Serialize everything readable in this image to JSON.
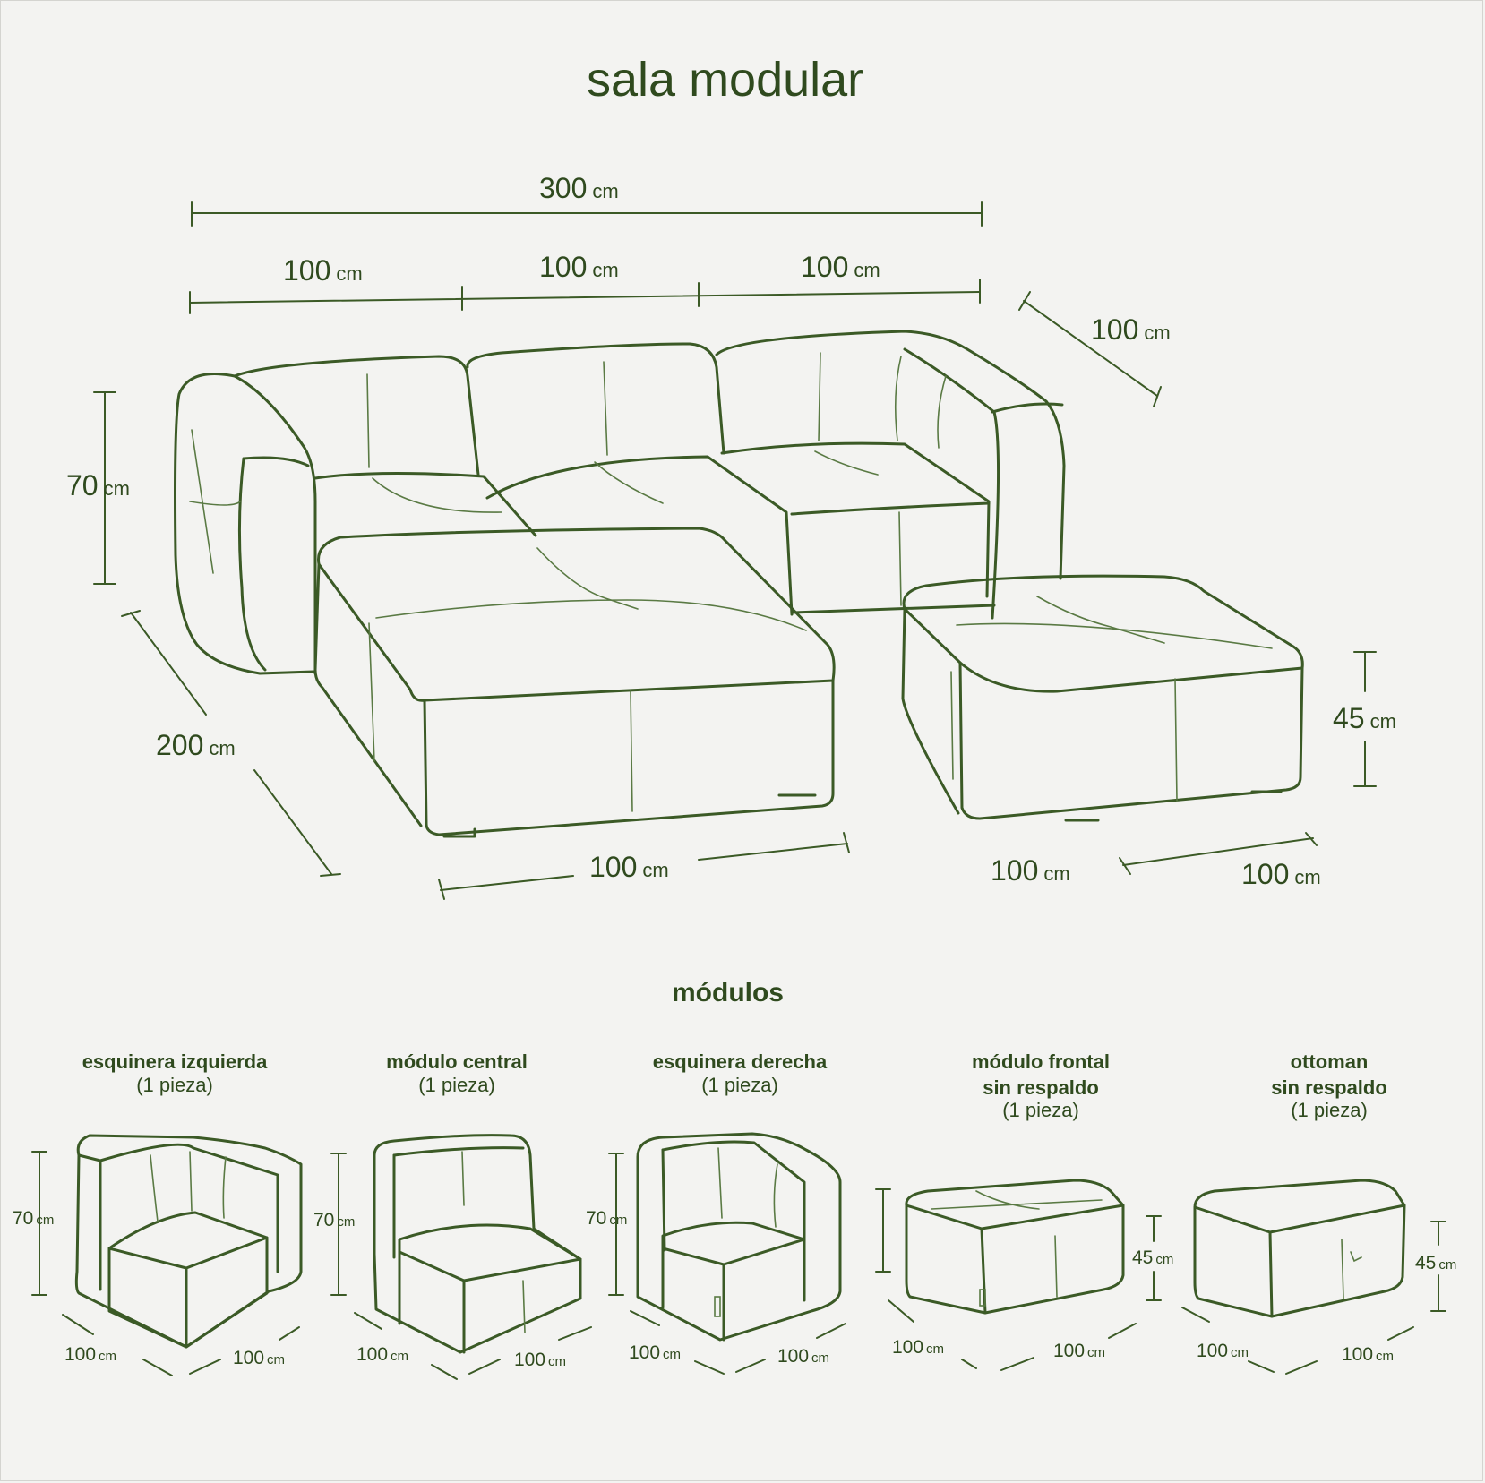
{
  "title": "sala modular",
  "unit": "cm",
  "main_dimensions": {
    "total_width": "300",
    "module_width_left": "100",
    "module_width_center": "100",
    "module_width_right": "100",
    "depth": "100",
    "height": "70",
    "chaise_length": "200",
    "chaise_width": "100",
    "ottoman_height": "45",
    "ottoman_width": "100",
    "ottoman_depth": "100"
  },
  "modules_title": "módulos",
  "modules": [
    {
      "name_line1": "esquinera izquierda",
      "name_line2": "",
      "pieces": "(1 pieza)",
      "height": "70",
      "width": "100",
      "depth": "100"
    },
    {
      "name_line1": "módulo central",
      "name_line2": "",
      "pieces": "(1 pieza)",
      "height": "70",
      "width": "100",
      "depth": "100"
    },
    {
      "name_line1": "esquinera derecha",
      "name_line2": "",
      "pieces": "(1 pieza)",
      "height": "70",
      "width": "100",
      "depth": "100"
    },
    {
      "name_line1": "módulo frontal",
      "name_line2": "sin respaldo",
      "pieces": "(1 pieza)",
      "height": "45",
      "width": "100",
      "depth": "100"
    },
    {
      "name_line1": "ottoman",
      "name_line2": "sin respaldo",
      "pieces": "(1 pieza)",
      "height": "45",
      "width": "100",
      "depth": "100"
    }
  ],
  "colors": {
    "ink": "#3b5a26",
    "background": "#f3f3f1"
  }
}
